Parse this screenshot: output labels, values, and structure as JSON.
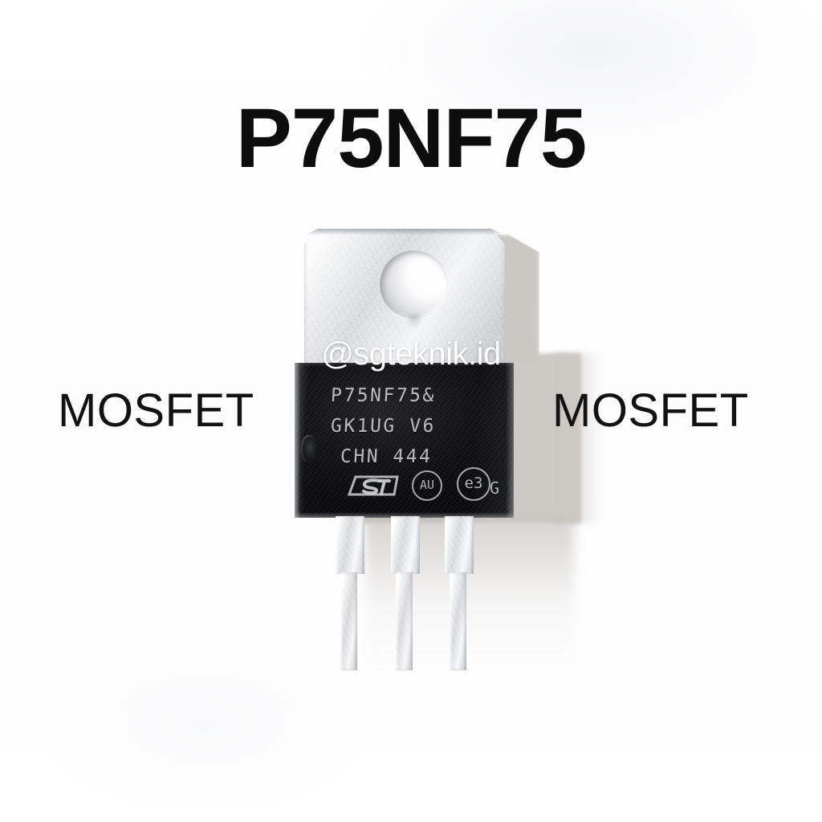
{
  "page": {
    "title_text": "P75NF75",
    "background_color": "#ffffff"
  },
  "watermark": {
    "handle": "@sgteknik.id",
    "color": "#ffffff"
  },
  "labels": {
    "left_caption": "MOSFET",
    "right_caption": "MOSFET",
    "color": "#121212"
  },
  "component": {
    "package": "TO-220",
    "body_color": "#111113",
    "metal_color": "#e9eaec",
    "markings": {
      "line1": "P75NF75&",
      "line2": "GK1UG V6",
      "line3": "CHN 444"
    },
    "brand_marks": {
      "manufacturer_logo": "st-logo",
      "au_mark": "AU",
      "e3_mark": "e3",
      "grade_letter": "G"
    },
    "leads": [
      {
        "name": "gate-lead"
      },
      {
        "name": "drain-lead"
      },
      {
        "name": "source-lead"
      }
    ]
  }
}
